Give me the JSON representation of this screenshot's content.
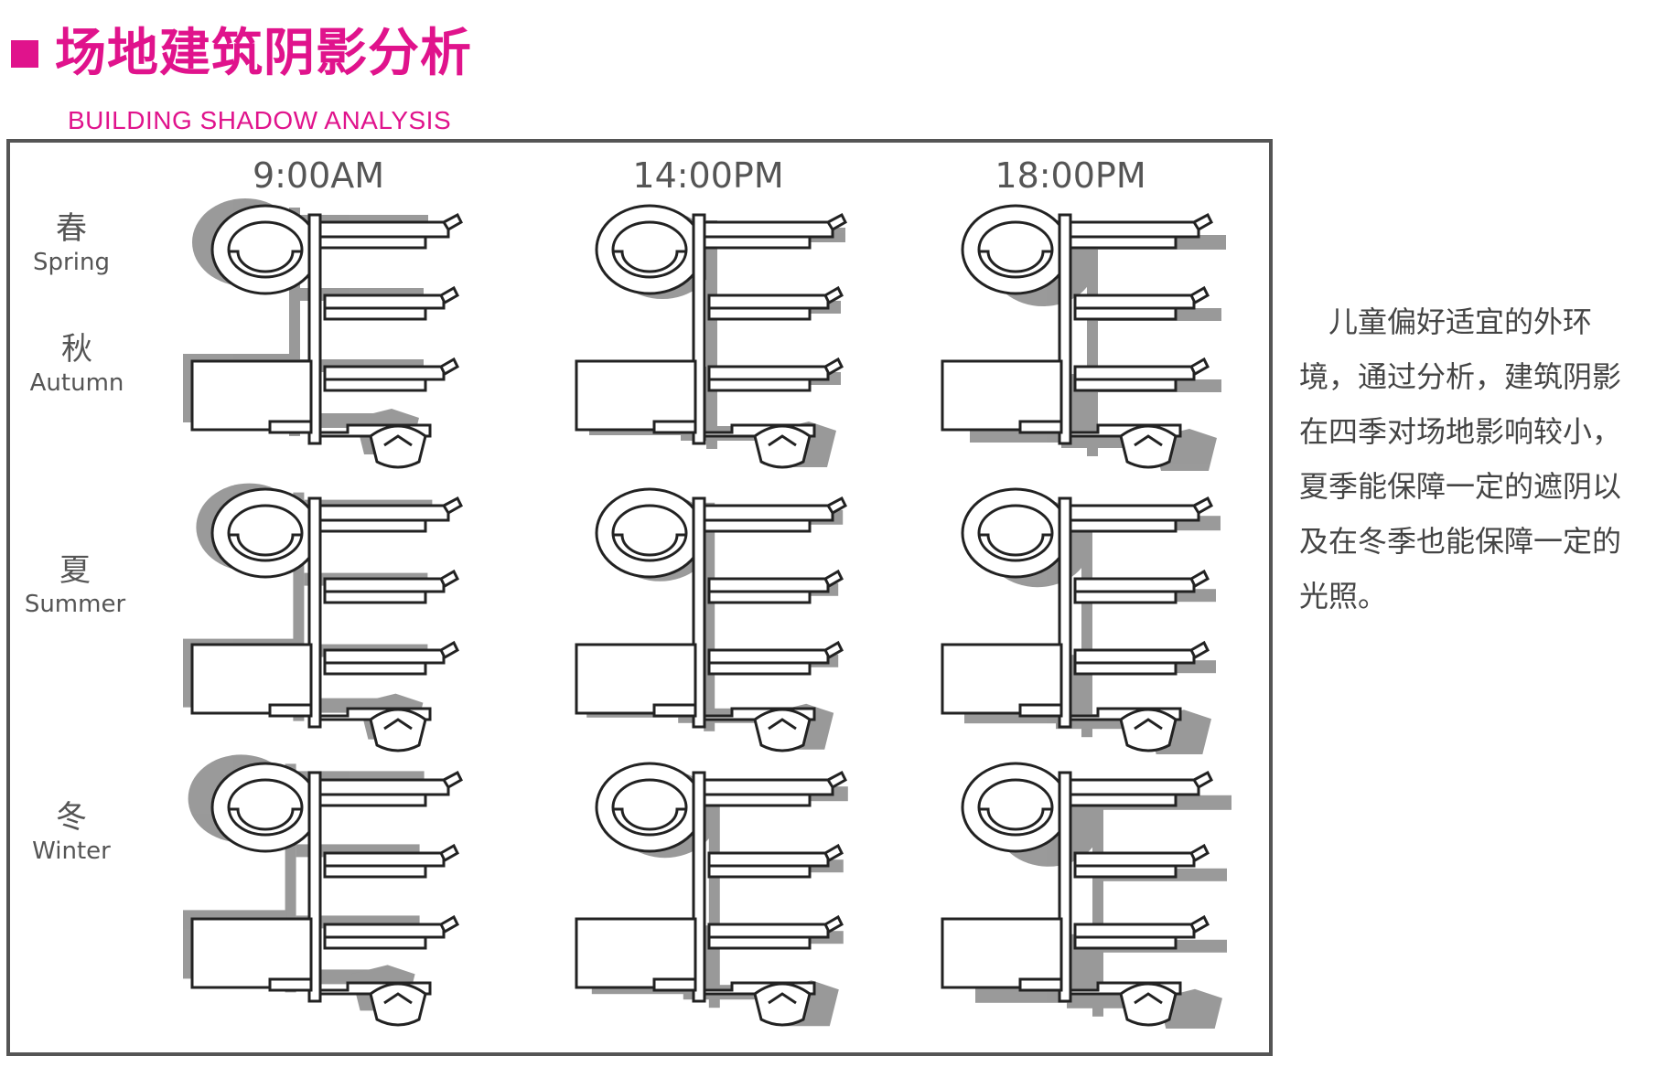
{
  "title": {
    "cn": "场地建筑阴影分析",
    "en": "BUILDING SHADOW ANALYSIS"
  },
  "times": [
    "9:00AM",
    "14:00PM",
    "18:00PM"
  ],
  "seasons": [
    {
      "cn": "春",
      "en": "Spring"
    },
    {
      "cn": "秋",
      "en": "Autumn"
    },
    {
      "cn": "夏",
      "en": "Summer"
    },
    {
      "cn": "冬",
      "en": "Winter"
    }
  ],
  "description": [
    "　儿童偏好适宜的外环",
    "境，通过分析，建筑阴影",
    "在四季对场地影响较小，",
    "夏季能保障一定的遮阴以",
    "及在冬季也能保障一定的",
    "光照。"
  ],
  "colors": {
    "accent": "#e0138c",
    "shadow": "#888888",
    "frame": "#555555"
  }
}
